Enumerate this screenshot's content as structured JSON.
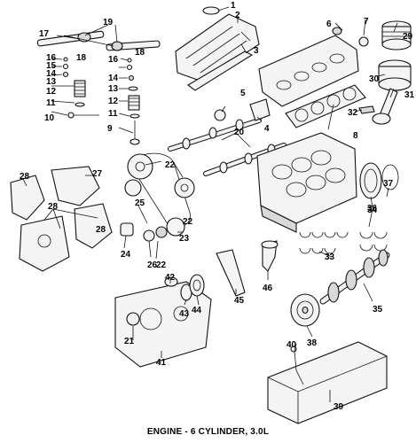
{
  "caption": "ENGINE - 6 CYLINDER, 3.0L",
  "callouts": {
    "c1": "1",
    "c2": "2",
    "c3": "3",
    "c4": "4",
    "c5": "5",
    "c6": "6",
    "c7": "7",
    "c8": "8",
    "c9": "9",
    "c10": "10",
    "c11": "11",
    "c12": "12",
    "c13": "13",
    "c14a": "14",
    "c14b": "14",
    "c15": "15",
    "c16a": "16",
    "c16b": "16",
    "c17": "17",
    "c18a": "18",
    "c18b": "18",
    "c19": "19",
    "c20": "20",
    "c21": "21",
    "c22a": "22",
    "c22b": "22",
    "c22c": "22",
    "c23": "23",
    "c24": "24",
    "c25": "25",
    "c26": "26",
    "c27": "27",
    "c28a": "28",
    "c28b": "28",
    "c28c": "28",
    "c29": "29",
    "c30": "30",
    "c31": "31",
    "c32": "32",
    "c33": "33",
    "c34": "34",
    "c35": "35",
    "c36": "36",
    "c37": "37",
    "c38": "38",
    "c39": "39",
    "c40": "40",
    "c41": "41",
    "c42": "42",
    "c43": "43",
    "c44": "44",
    "c45": "45",
    "c46": "46"
  }
}
